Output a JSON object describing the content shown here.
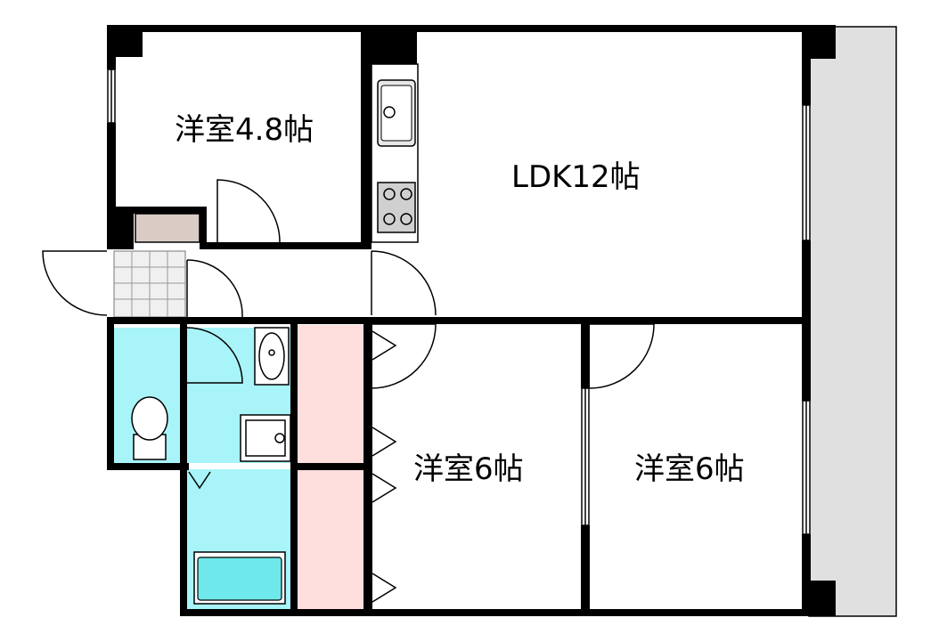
{
  "rooms": {
    "western_room_a": "洋室4.8帖",
    "ldk": "LDK12帖",
    "western_room_b": "洋室6帖",
    "western_room_c": "洋室6帖"
  },
  "colors": {
    "wall": "#000000",
    "balcony": "#e0e0e0",
    "wet_area": "#a8f4f8",
    "closet": "#ffdede",
    "storage": "#d8ccc4",
    "entrance_tile": "#f0f0f0",
    "bathtub": "#6ee8ea"
  },
  "icons": [
    "kitchen-sink-icon",
    "gas-stove-icon",
    "toilet-icon",
    "washbasin-icon",
    "washing-machine-pan-icon",
    "bathtub-icon"
  ]
}
